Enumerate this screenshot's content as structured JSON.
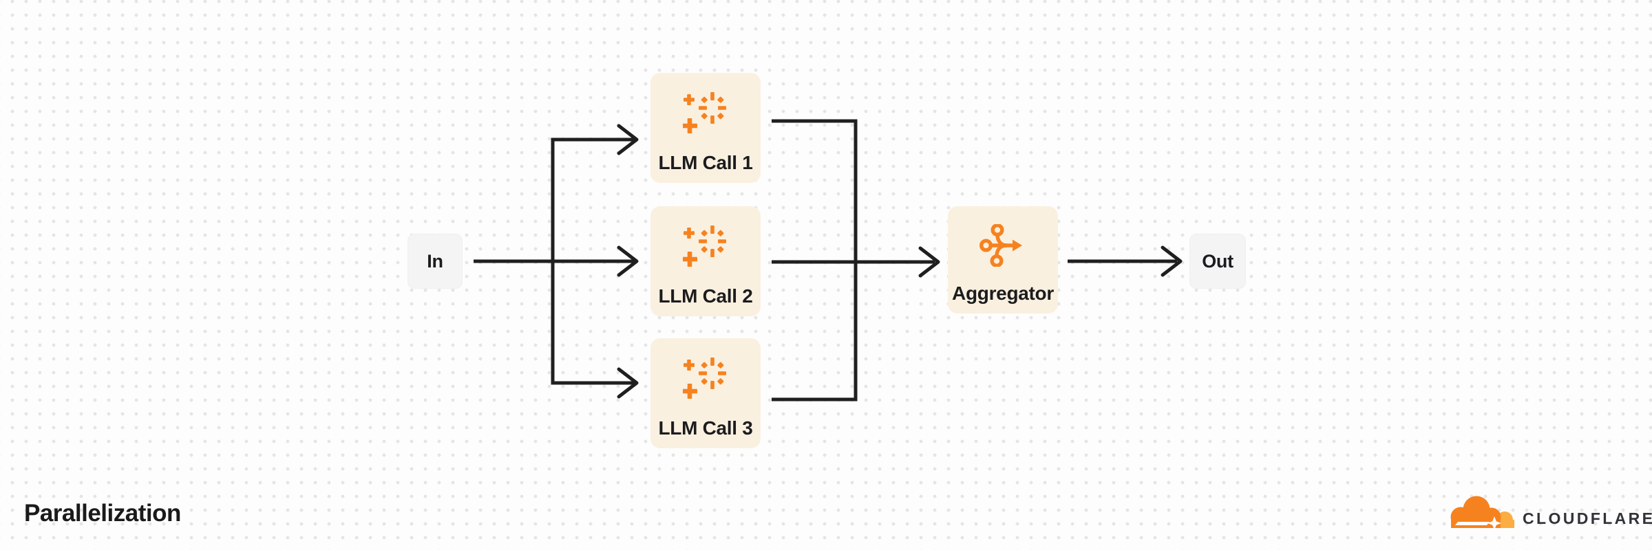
{
  "diagram": {
    "title": "Parallelization",
    "pattern": "fan-out fan-in workflow",
    "nodes": {
      "input": {
        "label": "In"
      },
      "llm1": {
        "label": "LLM Call 1",
        "icon": "ai-sparkle-icon"
      },
      "llm2": {
        "label": "LLM Call 2",
        "icon": "ai-sparkle-icon"
      },
      "llm3": {
        "label": "LLM Call 3",
        "icon": "ai-sparkle-icon"
      },
      "aggregator": {
        "label": "Aggregator",
        "icon": "merge-arrow-icon"
      },
      "output": {
        "label": "Out"
      }
    },
    "edges": [
      "In -> LLM Call 1",
      "In -> LLM Call 2",
      "In -> LLM Call 3",
      "LLM Call 1 -> Aggregator",
      "LLM Call 2 -> Aggregator",
      "LLM Call 3 -> Aggregator",
      "Aggregator -> Out"
    ]
  },
  "branding": {
    "wordmark": "CLOUDFLARE",
    "logo": "cloudflare-cloud-icon"
  },
  "colors": {
    "background": "#FDFDFD",
    "dot_grid": "#E5E5E5",
    "connector": "#1F1F1F",
    "node_cream": "#FAF0E0",
    "node_gray": "#F4F4F5",
    "text": "#1C1C1E",
    "accent_orange": "#F6821F",
    "accent_orange_light": "#FBAD41"
  }
}
